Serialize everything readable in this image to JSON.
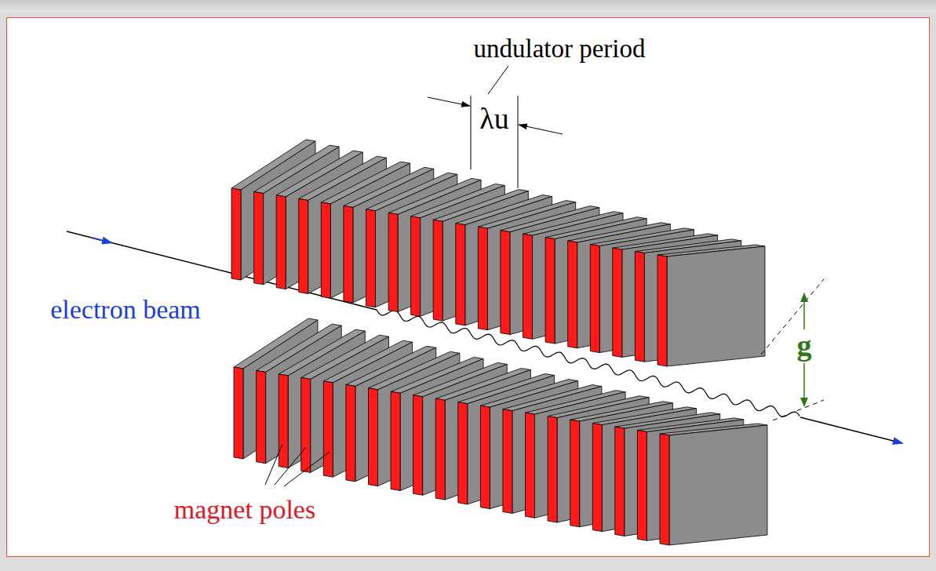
{
  "diagram": {
    "labels": [
      "undulator period",
      "λu",
      "electron beam",
      "g",
      "magnet poles"
    ]
  }
}
